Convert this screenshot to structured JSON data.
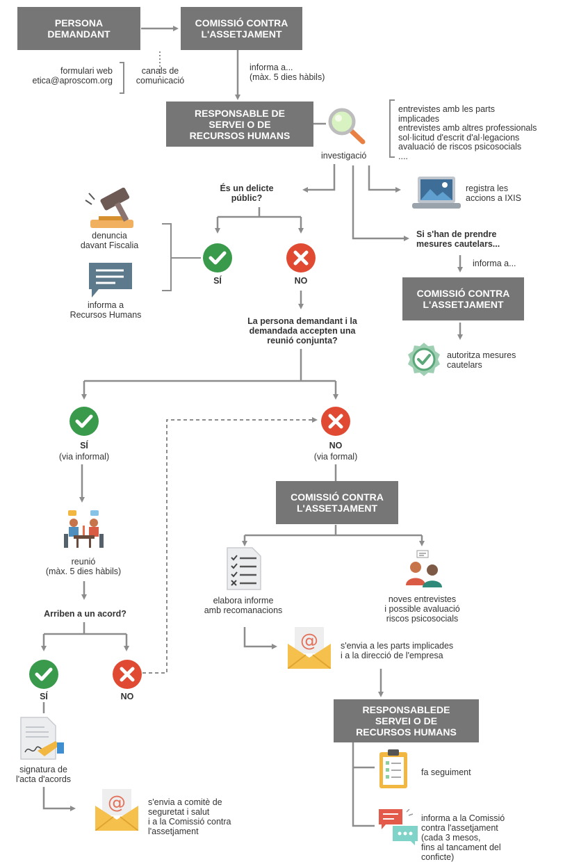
{
  "top": {
    "box_demandant": "PERSONA\nDEMANDANT",
    "box_comissio": "COMISSIÓ CONTRA\nL'ASSETJAMENT",
    "channels_text": "formulari web\netica@aproscom.org",
    "channels_label": "canals de\ncomunicació",
    "informa_5dies": "informa a...\n(màx. 5 dies hàbils)"
  },
  "investigation": {
    "box_responsable": "RESPONSABLE DE\nSERVEI O DE\nRECURSOS HUMANS",
    "label": "investigació",
    "list": "entrevistes amb les parts\nimplicades\nentrevistes amb altres professionals\nsol·licitud d'escrit d'al·legacions\navaluació de riscos psicosocials\n...."
  },
  "delicte": {
    "question": "És un delicte\npúblic?",
    "yes": "SÍ",
    "no": "NO",
    "fiscalia": "denuncia\ndavant Fiscalia",
    "rrhh": "informa a\nRecursos Humans"
  },
  "registra": "registra les\naccions a IXIS",
  "cautelars": {
    "question": "Si s'han de prendre\nmesures cautelars...",
    "informa": "informa a...",
    "box": "COMISSIÓ CONTRA\nL'ASSETJAMENT",
    "autoritza": "autoritza mesures\ncautelars"
  },
  "reunio_q": "La persona demandant i la\ndemandada accepten una\nreunió conjunta?",
  "informal": {
    "yes": "SÍ",
    "sub": "(via informal)",
    "reunio": "reunió\n(màx. 5 dies hàbils)",
    "acord_q": "Arriben a un acord?",
    "acord_yes": "SÍ",
    "acord_no": "NO",
    "signatura": "signatura de\nl'acta d'acords",
    "envia": "s'envia a comitè de\nseguretat i salut\ni a la Comissió contra\nl'assetjament"
  },
  "formal": {
    "no": "NO",
    "sub": "(via formal)",
    "box": "COMISSIÓ CONTRA\nL'ASSETJAMENT",
    "informe": "elabora informe\namb recomanacions",
    "entrevistes": "noves entrevistes\ni possible avaluació\nriscos psicosocials",
    "envia": "s'envia a les parts implicades\ni a la direcció de l'empresa",
    "box_resp": "RESPONSABLEDE\nSERVEI O DE\nRECURSOS HUMANS",
    "seguiment": "fa seguiment",
    "informa_comissio": "informa a la Comissió\ncontra l'assetjament\n(cada 3 mesos,\nfins al tancament del\nconficte)"
  },
  "colors": {
    "box": "#767676",
    "line": "#8c8c8c",
    "yes": "#3a9a4b",
    "no": "#e04a32"
  }
}
